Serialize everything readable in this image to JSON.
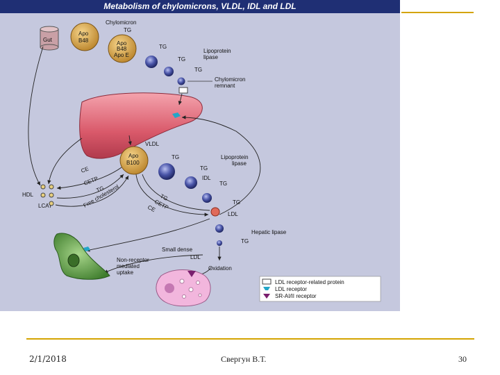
{
  "title": "Metabolism of chylomicrons, VLDL, IDL and LDL",
  "labels": {
    "gut": "Gut",
    "chylomicron": "Chylomicron",
    "apo_b48_line1": "Apo",
    "apo_b48_line2": "B48",
    "apo_b48e_line1": "Apo",
    "apo_b48e_line2": "B48",
    "apo_b48e_line3": "Apo E",
    "tg": "TG",
    "lipoprotein_lipase_1_line1": "Lipoprotein",
    "lipoprotein_lipase_1_line2": "lipase",
    "chylo_remnant_line1": "Chylomicron",
    "chylo_remnant_line2": "remnant",
    "vldl": "VLDL",
    "apo_b100_line1": "Apo",
    "apo_b100_line2": "B100",
    "lipoprotein_lipase_2_line1": "Lipoprotein",
    "lipoprotein_lipase_2_line2": "lipase",
    "idl": "IDL",
    "ldl": "LDL",
    "hepatic_lipase": "Hepatic lipase",
    "small_dense_ldl_line1": "Small dense",
    "small_dense_ldl_line2": "LDL",
    "oxidation": "Oxidation",
    "hdl": "HDL",
    "lcat": "LCAT",
    "ce": "CE",
    "cetp": "CETP",
    "free_cholesterol": "Free cholesterol",
    "non_receptor_line1": "Non-receptor",
    "non_receptor_line2": "mediated",
    "non_receptor_line3": "uptake"
  },
  "legend": [
    {
      "label": "LDL receptor-related protein",
      "symbol": "white-rect"
    },
    {
      "label": "LDL receptor",
      "symbol": "cyan-cup"
    },
    {
      "label": "SR-AI/II receptor",
      "symbol": "purple-triangle"
    }
  ],
  "colors": {
    "title_bar": "#1f2f74",
    "panel": "#c5c8de",
    "apo": "#d9a441",
    "particle": "#4a55a8",
    "liver": "#e06a78",
    "cell": "#6aa84f",
    "macrophage": "#f2b6dd",
    "ldl_receptor": "#22a6c8",
    "sr_receptor": "#7a1f6e",
    "rule": "#d4a400"
  },
  "footer": {
    "date": "2/1/2018",
    "author": "Свергун В.Т.",
    "page": "30"
  }
}
